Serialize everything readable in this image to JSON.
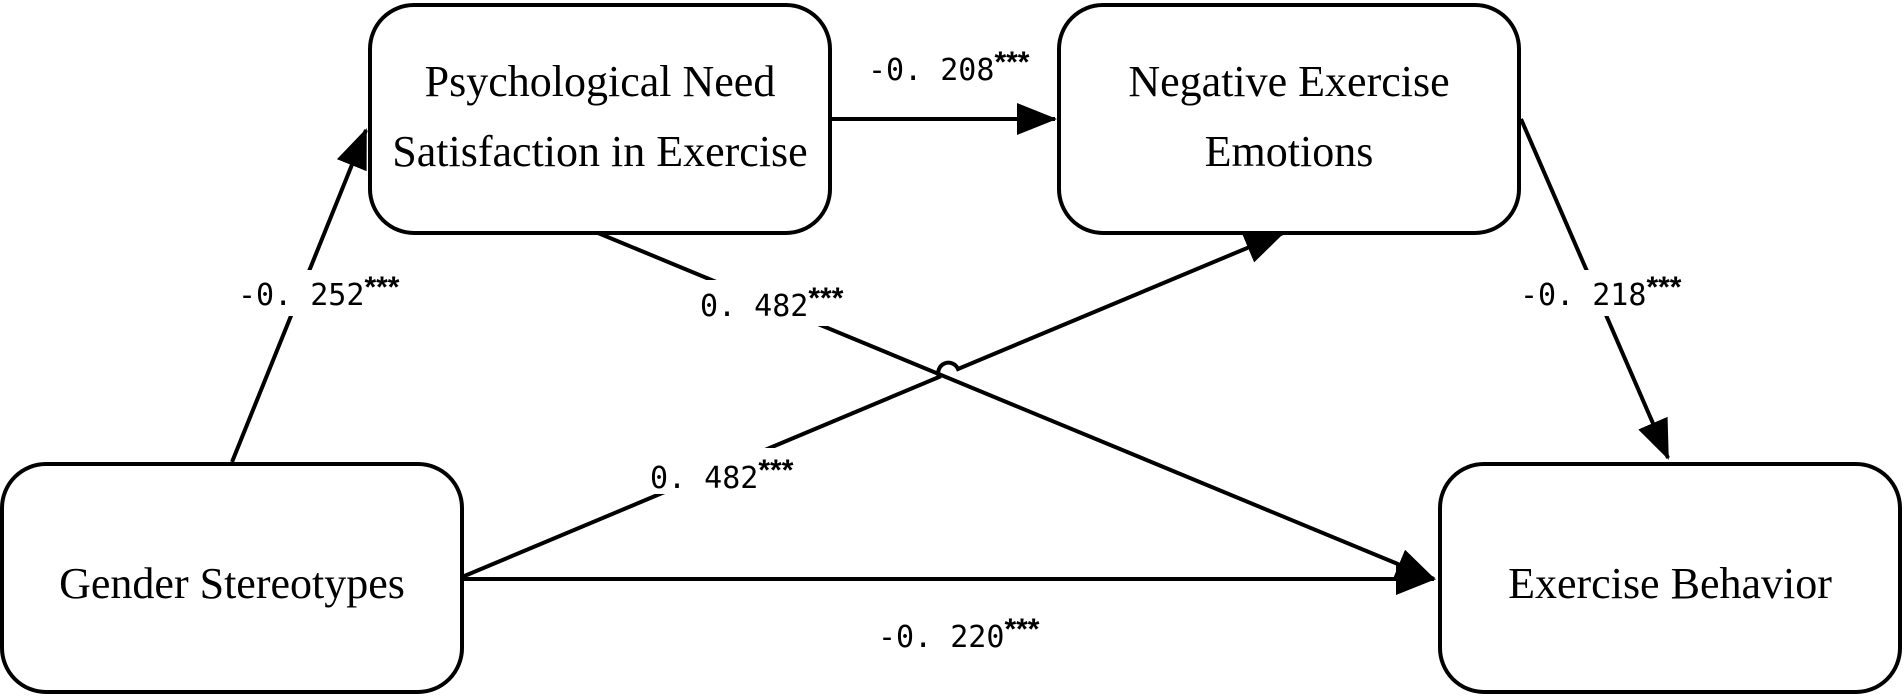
{
  "nodes": {
    "psych_need": {
      "line1": "Psychological Need",
      "line2": "Satisfaction in Exercise"
    },
    "negative_emotions": {
      "line1": "Negative Exercise",
      "line2": "Emotions"
    },
    "gender_stereotypes": {
      "label": "Gender Stereotypes"
    },
    "exercise_behavior": {
      "label": "Exercise Behavior"
    }
  },
  "paths": {
    "gender_to_psych": {
      "value": "-0. 252",
      "sig": "***"
    },
    "psych_to_negative": {
      "value": "-0. 208",
      "sig": "***"
    },
    "psych_to_behavior": {
      "value": "0. 482",
      "sig": "***"
    },
    "gender_to_negative": {
      "value": "0. 482",
      "sig": "***"
    },
    "negative_to_behavior": {
      "value": "-0. 218",
      "sig": "***"
    },
    "gender_to_behavior": {
      "value": "-0. 220",
      "sig": "***"
    }
  }
}
